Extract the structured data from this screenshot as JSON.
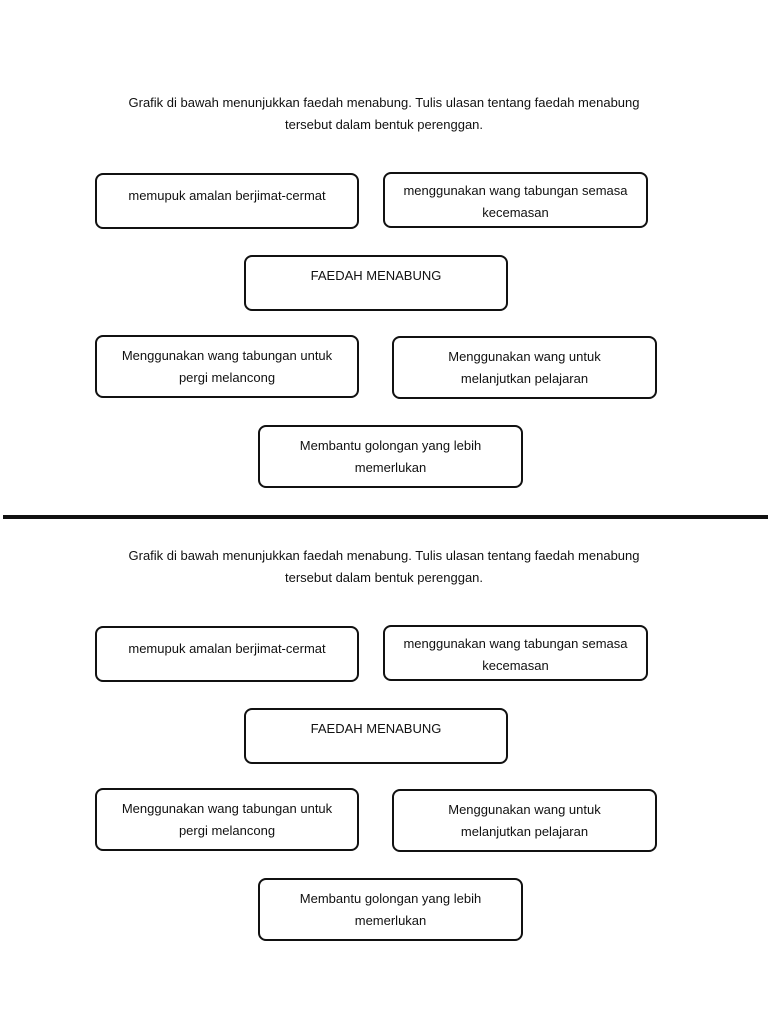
{
  "sections": [
    {
      "instruction_line1": "Grafik di bawah menunjukkan faedah menabung. Tulis ulasan tentang faedah menabung",
      "instruction_line2": "tersebut dalam bentuk perenggan.",
      "boxes": {
        "saving_habit": [
          "memupuk amalan berjimat-cermat"
        ],
        "emergency": [
          "menggunakan wang tabungan semasa",
          "kecemasan"
        ],
        "center": [
          "FAEDAH MENABUNG"
        ],
        "travel": [
          "Menggunakan wang tabungan untuk",
          "pergi melancong"
        ],
        "education": [
          "Menggunakan wang untuk",
          "melanjutkan pelajaran"
        ],
        "help_needy": [
          "Membantu golongan yang lebih",
          "memerlukan"
        ]
      }
    },
    {
      "instruction_line1": "Grafik di bawah menunjukkan faedah menabung. Tulis ulasan tentang faedah menabung",
      "instruction_line2": "tersebut dalam bentuk perenggan.",
      "boxes": {
        "saving_habit": [
          "memupuk amalan berjimat-cermat"
        ],
        "emergency": [
          "menggunakan wang tabungan semasa",
          "kecemasan"
        ],
        "center": [
          "FAEDAH MENABUNG"
        ],
        "travel": [
          "Menggunakan wang tabungan untuk",
          "pergi melancong"
        ],
        "education": [
          "Menggunakan wang untuk",
          "melanjutkan pelajaran"
        ],
        "help_needy": [
          "Membantu golongan yang lebih",
          "memerlukan"
        ]
      }
    }
  ]
}
